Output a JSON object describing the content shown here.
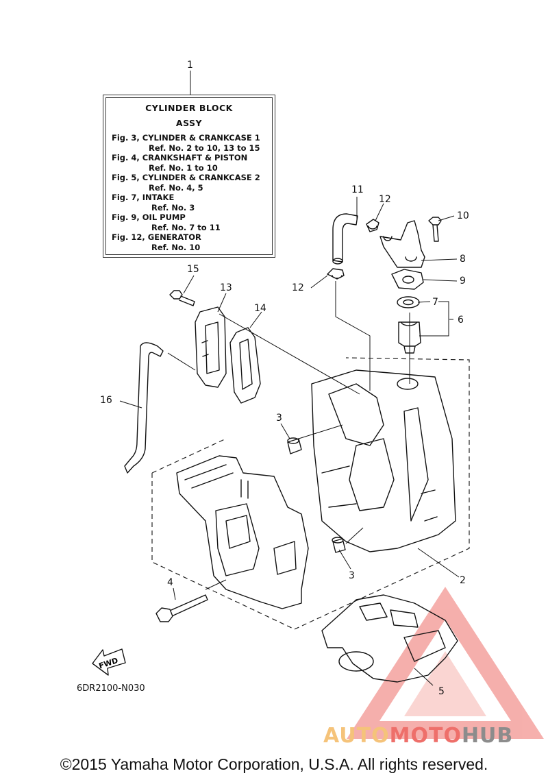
{
  "infobox": {
    "title_line1": "CYLINDER BLOCK",
    "title_line2": "ASSY",
    "lines": [
      "Fig. 3, CYLINDER & CRANKCASE 1",
      "Ref. No. 2 to 10, 13 to 15",
      "Fig. 4, CRANKSHAFT & PISTON",
      "Ref. No. 1 to 10",
      "Fig. 5, CYLINDER & CRANKCASE 2",
      "Ref. No. 4, 5",
      "Fig. 7, INTAKE",
      "Ref. No. 3",
      "Fig. 9, OIL PUMP",
      "Ref. No. 7 to 11",
      "Fig. 12, GENERATOR",
      "Ref. No. 10"
    ]
  },
  "callouts": {
    "c1": "1",
    "c2": "2",
    "c3a": "3",
    "c3b": "3",
    "c4": "4",
    "c5": "5",
    "c6": "6",
    "c7": "7",
    "c8": "8",
    "c9": "9",
    "c10": "10",
    "c11": "11",
    "c12a": "12",
    "c12b": "12",
    "c13": "13",
    "c14": "14",
    "c15": "15",
    "c16": "16"
  },
  "fwd_label": "FWD",
  "part_code": "6DR2100-N030",
  "copyright": "©2015 Yamaha Motor Corporation, U.S.A. All rights reserved.",
  "watermark": {
    "part1": "AUTO",
    "part2": "MOTO",
    "part3": "HUB"
  },
  "colors": {
    "line": "#111111",
    "watermark_red": "#ee6f6a",
    "watermark_orange": "#f5c37a",
    "watermark_gray": "#8c8c8c"
  }
}
